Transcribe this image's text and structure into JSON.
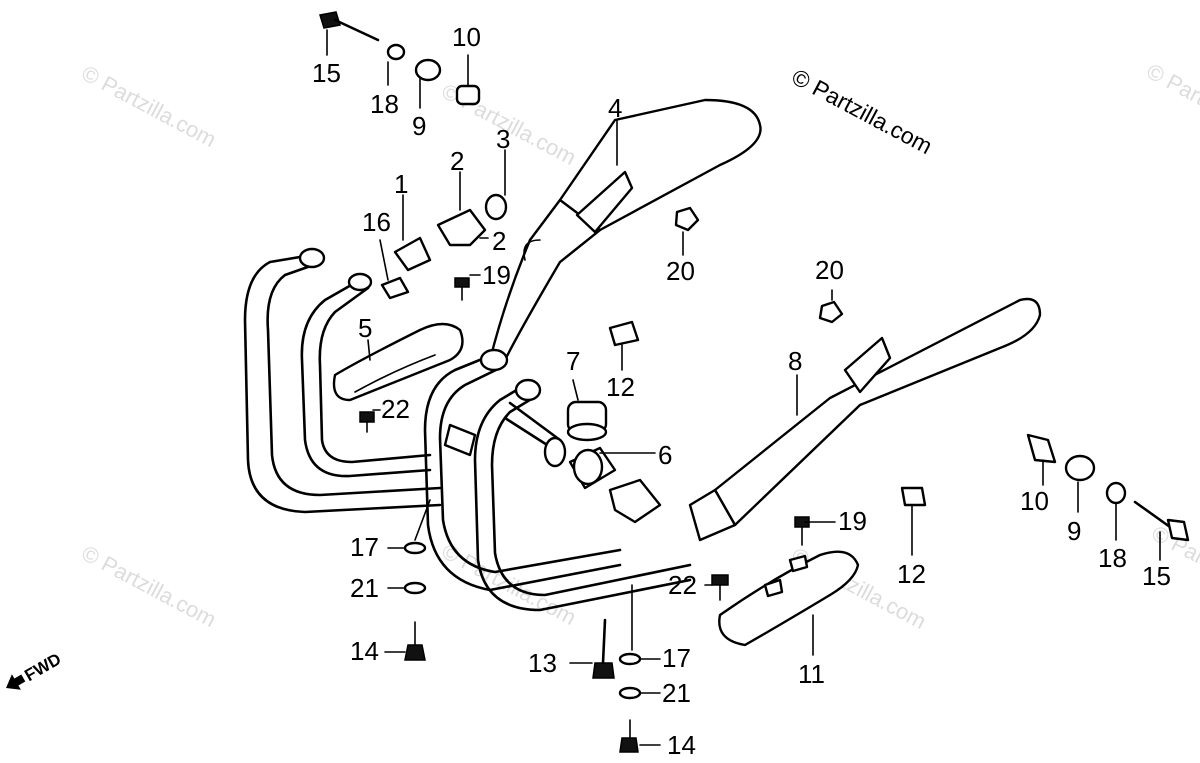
{
  "watermark": "© Partzilla.com",
  "fwd_label": "FWD",
  "callouts": [
    "1",
    "2",
    "2",
    "3",
    "4",
    "5",
    "6",
    "7",
    "8",
    "9",
    "9",
    "10",
    "10",
    "11",
    "12",
    "12",
    "13",
    "14",
    "14",
    "15",
    "15",
    "16",
    "17",
    "17",
    "18",
    "18",
    "19",
    "19",
    "20",
    "20",
    "21",
    "21",
    "22",
    "22"
  ]
}
